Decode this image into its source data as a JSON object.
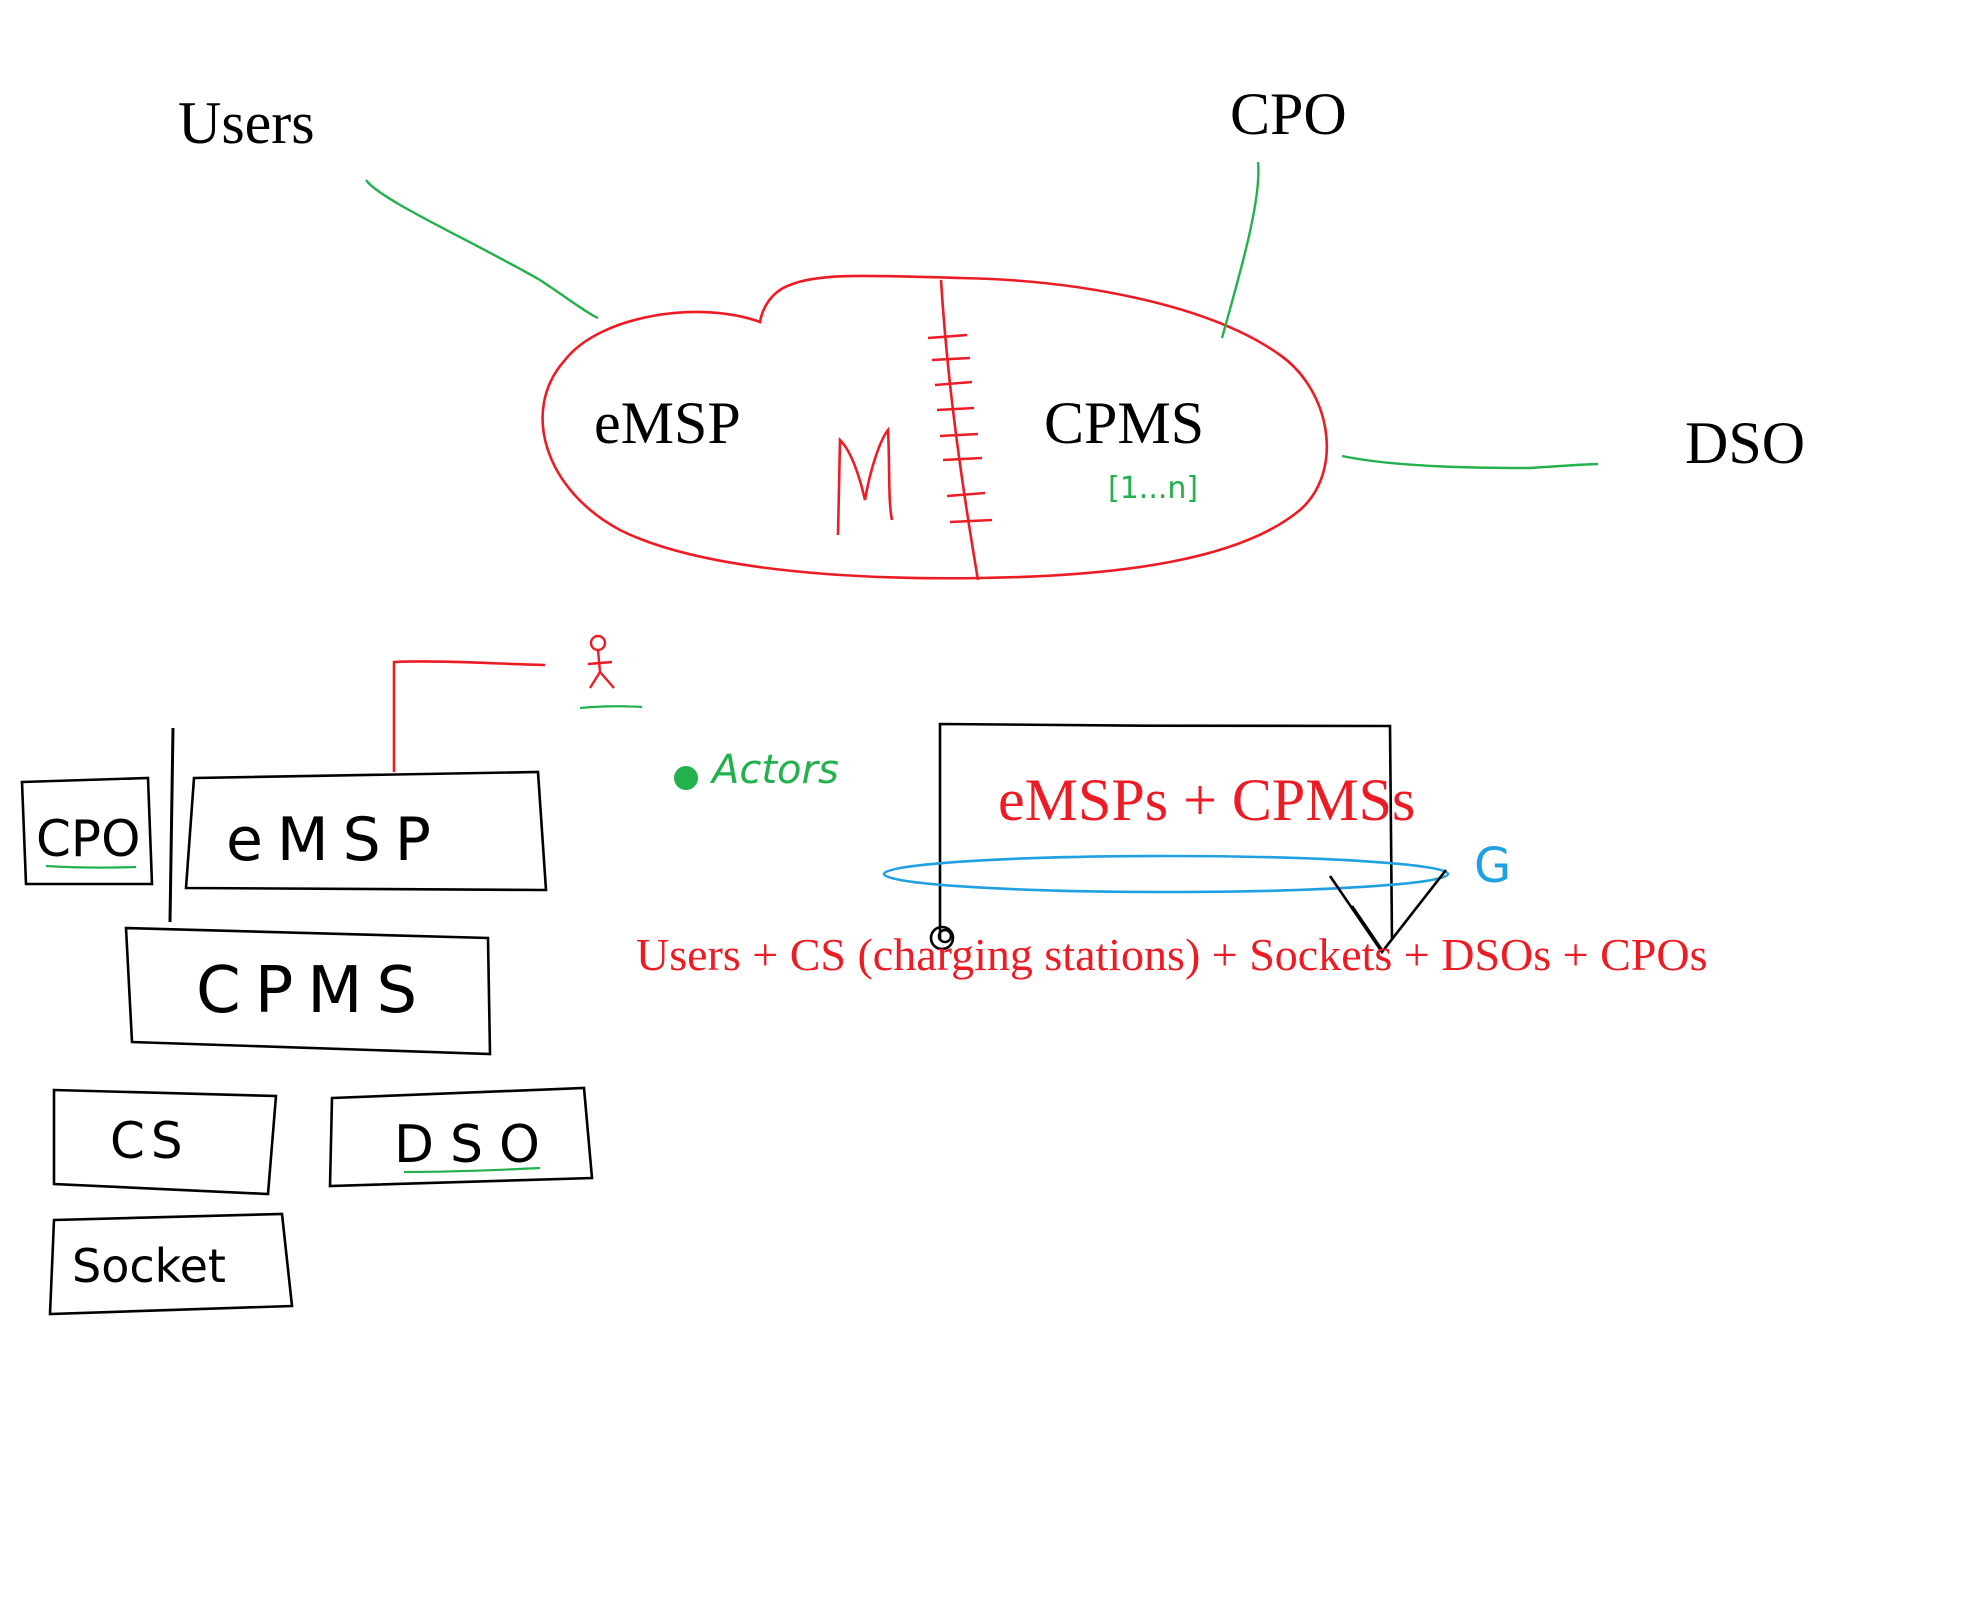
{
  "colors": {
    "ink": "#000000",
    "red": "#ed1c24",
    "green": "#22b14c",
    "blue": "#1fa0e0"
  },
  "top": {
    "users": "Users",
    "cpo": "CPO",
    "dso": "DSO",
    "emsp": "eMSP",
    "cpms": "CPMS",
    "m_mark": "M",
    "cardinality": "[1...n]"
  },
  "legend": {
    "actors": "Actors",
    "person_icon": "stick-figure-icon",
    "dot_icon": "green-dot-icon"
  },
  "stack": {
    "cpo": "CPO",
    "emsp": "eMSP",
    "cpms": "CPMS",
    "cs": "CS",
    "dso": "DSO",
    "socket": "Socket"
  },
  "right": {
    "group_label": "eMSPs + CPMSs",
    "g_mark": "G",
    "bottom_label": "Users + CS (charging stations) + Sockets + DSOs + CPOs"
  }
}
